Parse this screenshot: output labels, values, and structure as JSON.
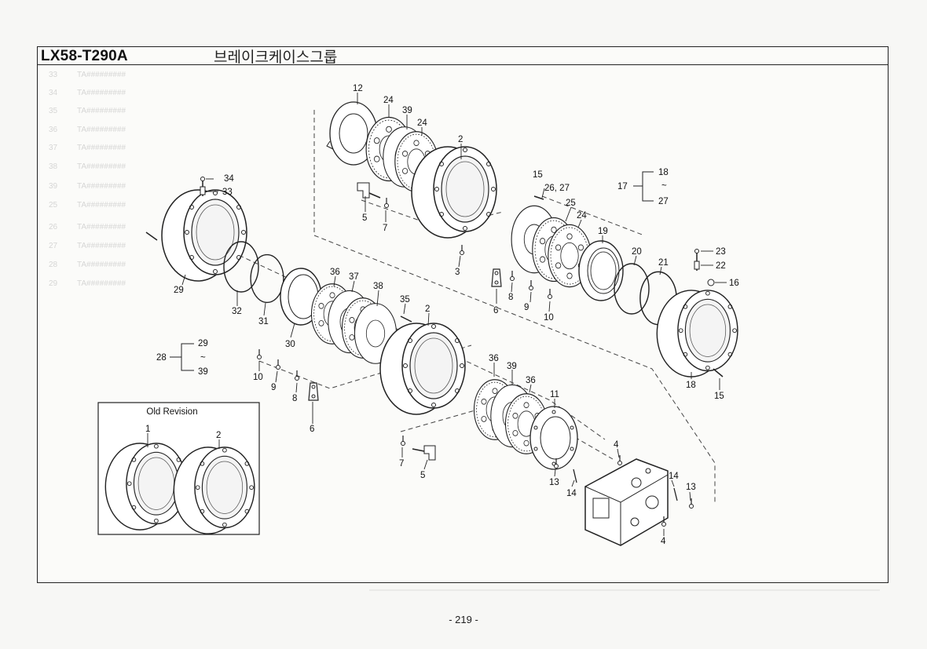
{
  "header": {
    "model_code": "LX58-T290A",
    "group_title": "브레이크케이스그룹"
  },
  "inset": {
    "title": "Old Revision"
  },
  "footer": {
    "page_number": "- 219 -"
  },
  "callouts": [
    "12",
    "24",
    "39",
    "24",
    "2",
    "34",
    "33",
    "15",
    "26, 27",
    "17",
    "18",
    "~",
    "27",
    "25",
    "24",
    "5",
    "7",
    "19",
    "20",
    "21",
    "23",
    "22",
    "16",
    "3",
    "29",
    "32",
    "31",
    "30",
    "36",
    "37",
    "38",
    "35",
    "2",
    "6",
    "8",
    "9",
    "10",
    "18",
    "15",
    "28",
    "29",
    "~",
    "39",
    "10",
    "9",
    "8",
    "6",
    "36",
    "39",
    "36",
    "11",
    "7",
    "5",
    "4",
    "14",
    "13",
    "13",
    "14",
    "4",
    "1",
    "2"
  ]
}
